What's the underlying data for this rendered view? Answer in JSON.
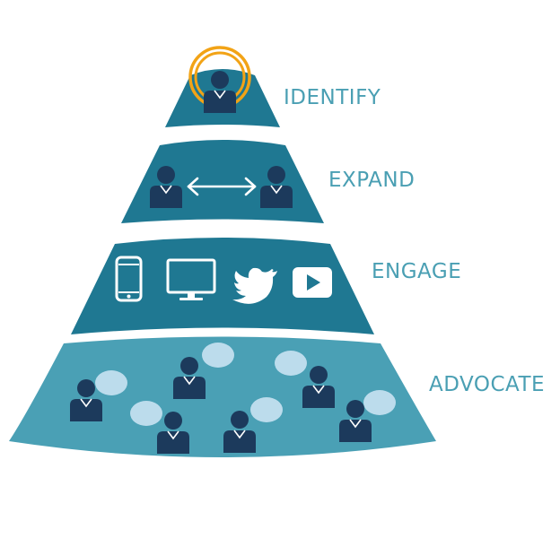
{
  "tiers": [
    {
      "label": "IDENTIFY",
      "icon": "person-highlighted-icon"
    },
    {
      "label": "EXPAND",
      "icon": "person-to-person-icon"
    },
    {
      "label": "ENGAGE",
      "icon": "channels-icon"
    },
    {
      "label": "ADVOCATE",
      "icon": "people-talking-icon"
    }
  ],
  "colors": {
    "tier_dark": "#1f7892",
    "tier_base": "#4aa0b5",
    "person": "#1c3a5c",
    "bubble": "#bcdcec",
    "highlight_ring": "#f2a316",
    "label_text": "#4a9fb3",
    "white": "#ffffff"
  }
}
